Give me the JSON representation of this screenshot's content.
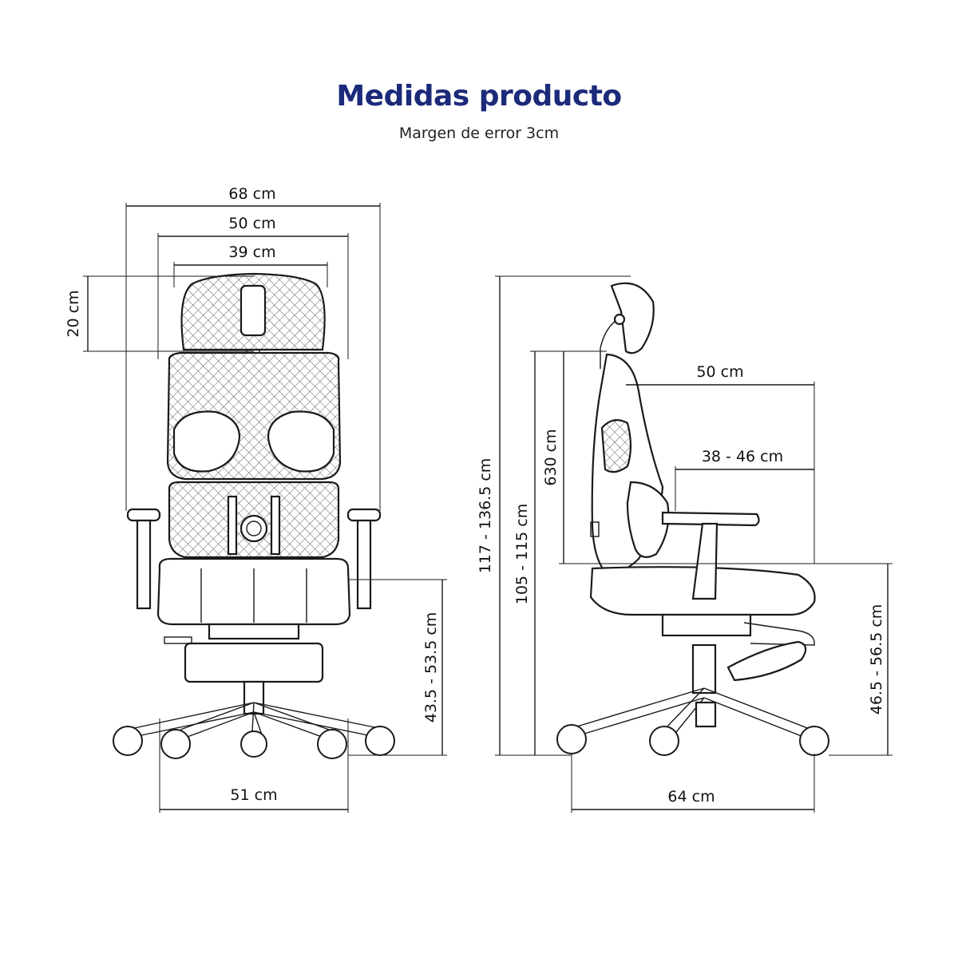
{
  "header": {
    "title": "Medidas producto",
    "subtitle": "Margen de error 3cm"
  },
  "colors": {
    "title": "#1c2a7a",
    "line": "#1a1a1a",
    "background": "#ffffff"
  },
  "front_view": {
    "total_width": "68 cm",
    "backrest_width": "50 cm",
    "headrest_width": "39 cm",
    "headrest_height": "20 cm",
    "seat_height_range": "43.5 - 53.5 cm",
    "base_width": "51 cm"
  },
  "side_view": {
    "total_height_range": "117 - 136.5 cm",
    "armrest_height_range": "105 - 115 cm",
    "backrest_height": "630 cm",
    "total_depth": "50 cm",
    "seat_depth_range": "38 - 46 cm",
    "seat_floor_height_range": "46.5 - 56.5 cm",
    "base_depth": "64 cm"
  }
}
